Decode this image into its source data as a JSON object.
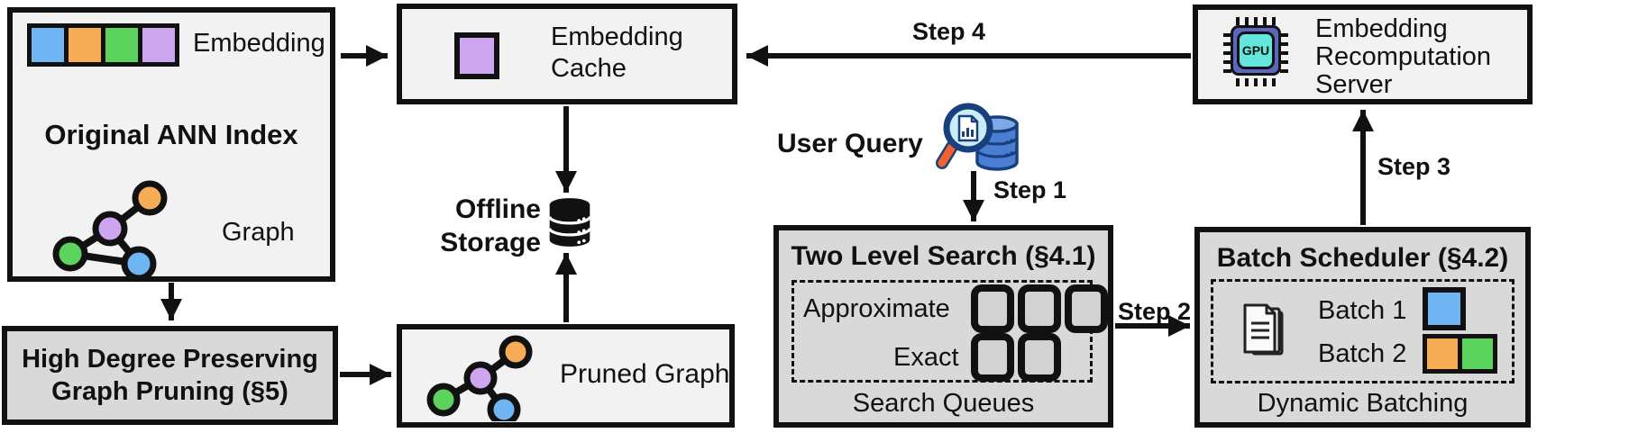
{
  "figure": {
    "ann_index": {
      "title": "Original ANN Index",
      "embedding_label": "Embedding",
      "graph_label": "Graph"
    },
    "graph_pruning": {
      "line1": "High Degree Preserving",
      "line2": "Graph Pruning (§5)"
    },
    "embedding_cache": {
      "line1": "Embedding",
      "line2": "Cache"
    },
    "offline_storage": {
      "line1": "Offline",
      "line2": "Storage"
    },
    "pruned_graph": {
      "label": "Pruned Graph"
    },
    "user_query": {
      "label": "User Query"
    },
    "two_level_search": {
      "title": "Two Level Search (§4.1)",
      "approximate_label": "Approximate",
      "exact_label": "Exact",
      "footer": "Search Queues"
    },
    "batch_scheduler": {
      "title": "Batch Scheduler (§4.2)",
      "batch1_label": "Batch 1",
      "batch2_label": "Batch 2",
      "footer": "Dynamic Batching"
    },
    "recompute_server": {
      "line1": "Embedding",
      "line2": "Recomputation",
      "line3": "Server",
      "gpu_chip_label": "GPU"
    },
    "steps": {
      "step1": "Step 1",
      "step2": "Step 2",
      "step3": "Step 3",
      "step4": "Step 4"
    }
  },
  "icons": {
    "embedding_vector": "embedding-vector-icon",
    "graph": "graph-icon",
    "pruned_graph": "pruned-graph-icon",
    "cached_embedding": "cached-embedding-square-icon",
    "database": "database-icon",
    "query_search": "search-database-icon",
    "queue_slot": "queue-slot-icon",
    "documents": "documents-icon",
    "gpu_chip": "gpu-chip-icon"
  },
  "colors": {
    "blue": "#6fb5f3",
    "orange": "#f7ad55",
    "green": "#5cd35c",
    "purple": "#cda6ef",
    "box-light": "#f2f2f2",
    "box-gray": "#d9d9d9",
    "queue-fill": "#d2d2d2",
    "ink": "#111111",
    "chip-blue": "#5b68bd",
    "chip-cyan": "#63e6dc",
    "db-blue": "#4a7ed2",
    "db-blue-dark": "#17407c",
    "lens-fill": "#c9ecf6",
    "handle-orange": "#f2622e"
  }
}
